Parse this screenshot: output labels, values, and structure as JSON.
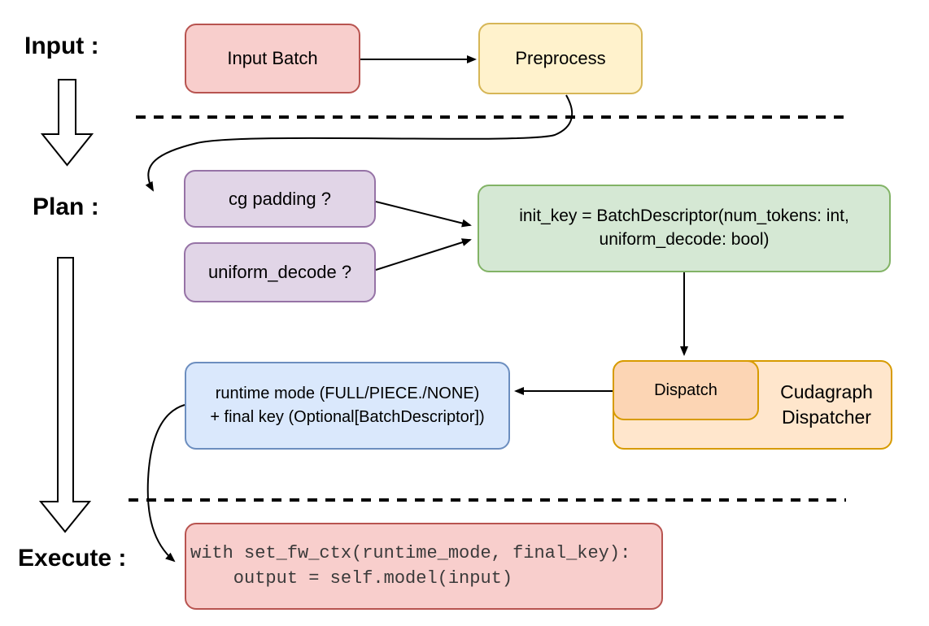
{
  "stages": {
    "input": "Input :",
    "plan": "Plan :",
    "execute": "Execute :"
  },
  "nodes": {
    "input_batch": {
      "label": "Input Batch",
      "fill": "#f8cecc",
      "stroke": "#b85450"
    },
    "preprocess": {
      "label": "Preprocess",
      "fill": "#fff2cc",
      "stroke": "#d6b656"
    },
    "cg_padding": {
      "label": "cg padding ?",
      "fill": "#e1d5e7",
      "stroke": "#9673a6"
    },
    "uniform_decode": {
      "label": "uniform_decode ?",
      "fill": "#e1d5e7",
      "stroke": "#9673a6"
    },
    "init_key": {
      "line1": "init_key = BatchDescriptor(num_tokens: int,",
      "line2": "uniform_decode: bool)",
      "fill": "#d5e8d4",
      "stroke": "#82b366"
    },
    "dispatch": {
      "label": "Dispatch",
      "fill": "#fcd5b4",
      "stroke": "#d79b00"
    },
    "cudagraph_dispatcher": {
      "line1": "Cudagraph",
      "line2": "Dispatcher",
      "fill": "#ffe6cc",
      "stroke": "#d79b00"
    },
    "runtime_mode": {
      "line1": "runtime mode (FULL/PIECE./NONE)",
      "line2": "+ final key (Optional[BatchDescriptor])",
      "fill": "#dae8fc",
      "stroke": "#6c8ebf"
    },
    "execute_code": {
      "line1": "with set_fw_ctx(runtime_mode, final_key):",
      "line2": "    output = self.model(input)",
      "fill": "#f8cecc",
      "stroke": "#b85450"
    }
  },
  "connector_color": "#000000"
}
